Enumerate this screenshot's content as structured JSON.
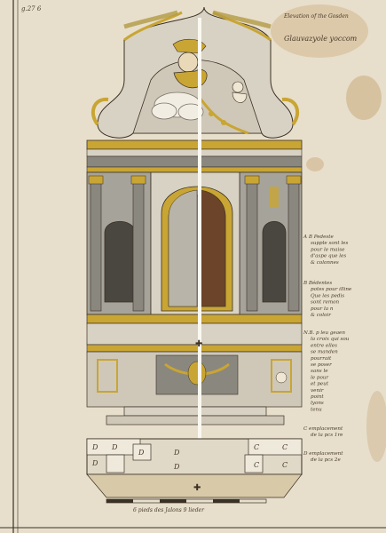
{
  "corner_note": "g.27 6",
  "top_right_note": "Elevation of the Gosden",
  "inscription": "Glauvazyole yoccom",
  "legend": [
    {
      "key": "A",
      "lines": [
        "A B Pedeste",
        "supple sont les",
        "pour le maise",
        "d'aspe que les",
        "& colonnes"
      ]
    },
    {
      "key": "B",
      "lines": [
        "B Bédentes",
        "potes pour illine",
        "Que les pedis",
        "sont remon",
        "pour la n",
        "& coloir"
      ]
    },
    {
      "key": "NB",
      "lines": [
        "N.B. p leu geaen",
        "la croix qui sou",
        "entre elles",
        "se manden",
        "pourrait",
        "se poser",
        "sans le",
        "le pour",
        "et peut",
        "venir",
        "point",
        "lyons",
        "tenu"
      ]
    },
    {
      "key": "C",
      "lines": [
        "C emplacement",
        "de la pcs 1re"
      ]
    },
    {
      "key": "D",
      "lines": [
        "D emplacement",
        "de la pcs 2e"
      ]
    }
  ],
  "plan_labels": [
    "D",
    "D",
    "D",
    "D",
    "D",
    "D",
    "C",
    "C",
    "C",
    "C"
  ],
  "scale_caption": "6 pieds des Jalons 9 lieder",
  "colors": {
    "paper": "#e7dfcc",
    "ink": "#3b3024",
    "gold": "#c9a533",
    "grey": "#8a877f",
    "dark": "#4a4640",
    "brown": "#6b4429"
  }
}
